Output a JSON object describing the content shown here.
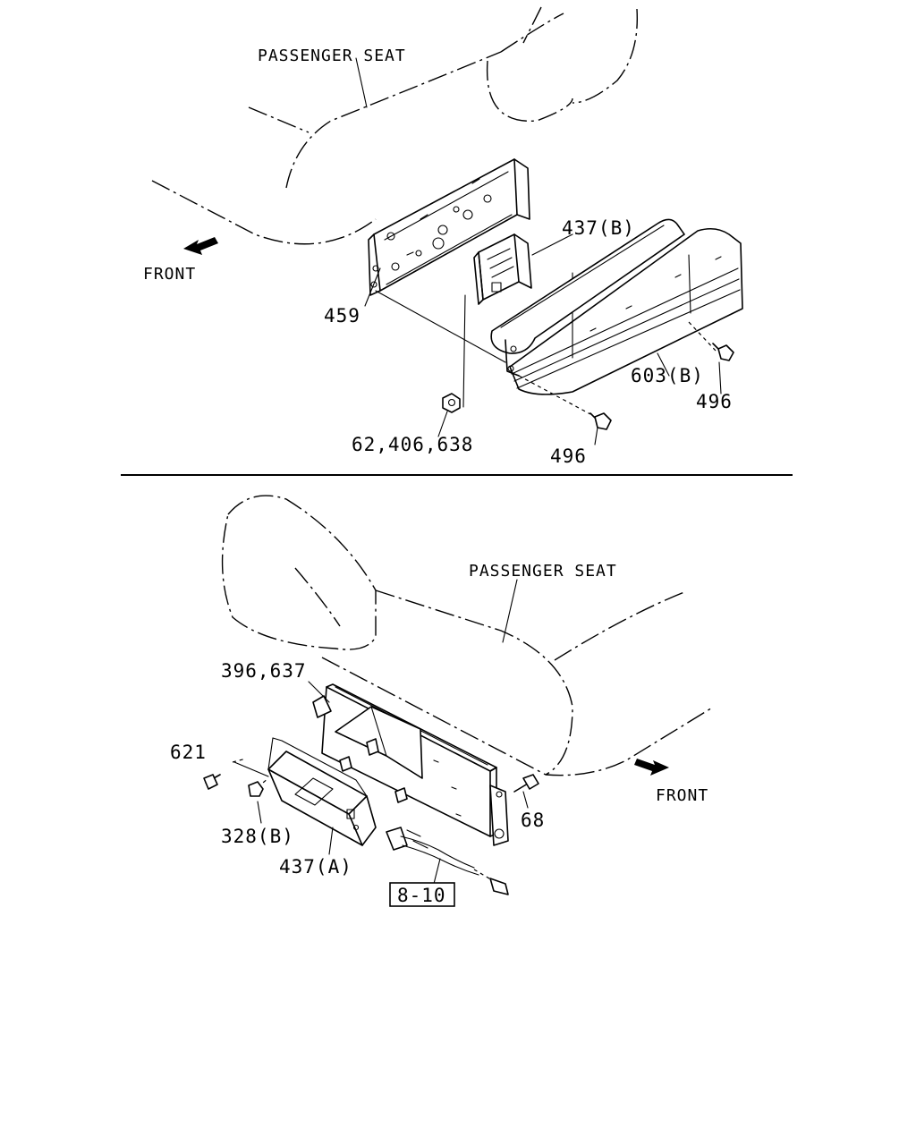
{
  "top_view": {
    "seat_label": "PASSENGER SEAT",
    "front_label": "FRONT",
    "callouts": {
      "c459": "459",
      "c437b": "437(B)",
      "c603b": "603(B)",
      "c496a": "496",
      "c496b": "496",
      "c62": "62,406,638"
    }
  },
  "bottom_view": {
    "seat_label": "PASSENGER SEAT",
    "front_label": "FRONT",
    "callouts": {
      "c396": "396,637",
      "c621": "621",
      "c328b": "328(B)",
      "c437a": "437(A)",
      "c68": "68",
      "ref_box": "8-10"
    }
  },
  "icons": {
    "front_arrow_top": "front-arrow-icon",
    "front_arrow_bottom": "front-arrow-icon"
  }
}
